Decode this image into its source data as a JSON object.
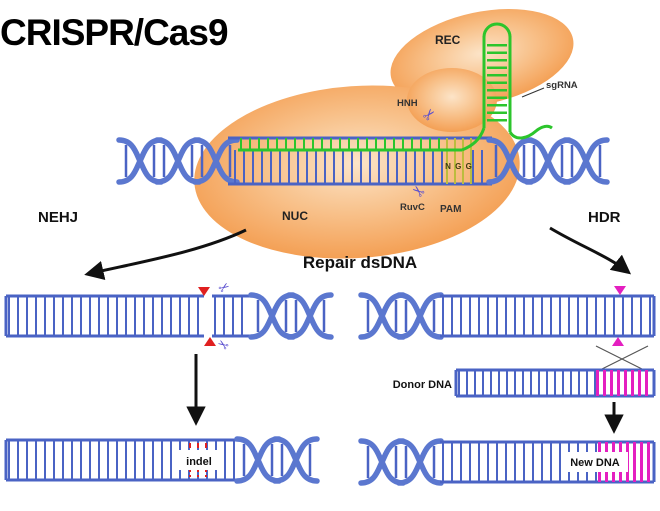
{
  "title": "CRISPR/Cas9",
  "icons": {
    "scissors": "✂"
  },
  "cas9": {
    "rec": "REC",
    "nuc": "NUC",
    "sgrna": "sgRNA",
    "hnh": "HNH",
    "ruvc": "RuvC",
    "pam": "PAM",
    "ngg": "N G G"
  },
  "pathways": {
    "left": "NEHJ",
    "right": "HDR",
    "center": "Repair dsDNA"
  },
  "outcomes": {
    "indel": "indel",
    "donor": "Donor DNA",
    "new_dna": "New DNA"
  },
  "colors": {
    "dna_blue": "#5b77cf",
    "dna_rung_blue": "#4a63c4",
    "sgrna_green": "#2cc52c",
    "cas9_orange": "#f4a055",
    "cut_red": "#e02020",
    "edit_magenta": "#e41fc0"
  }
}
